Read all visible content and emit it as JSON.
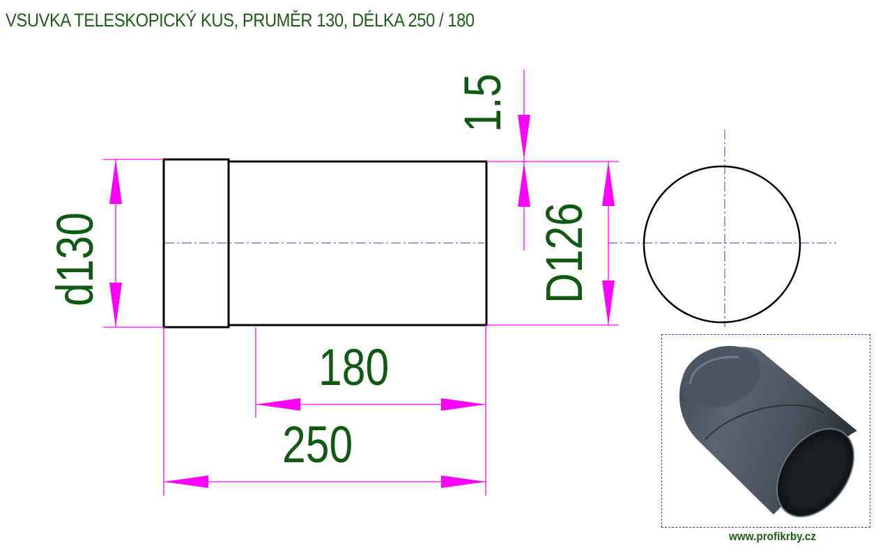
{
  "title": "VSUVKA TELESKOPICKÝ KUS,  PRUMĚR 130, DÉLKA 250 / 180",
  "footer_url": "www.profikrby.cz",
  "dimensions": {
    "thickness": "1.5",
    "outer_diameter": "d130",
    "inner_diameter": "D126",
    "inner_length": "180",
    "total_length": "250"
  },
  "colors": {
    "text": "#0f5a10",
    "dimension_lines": "#ff00ff",
    "center_lines": "#3a3aa0",
    "outline": "#000000"
  },
  "icons": [
    "pipe-product-photo"
  ]
}
